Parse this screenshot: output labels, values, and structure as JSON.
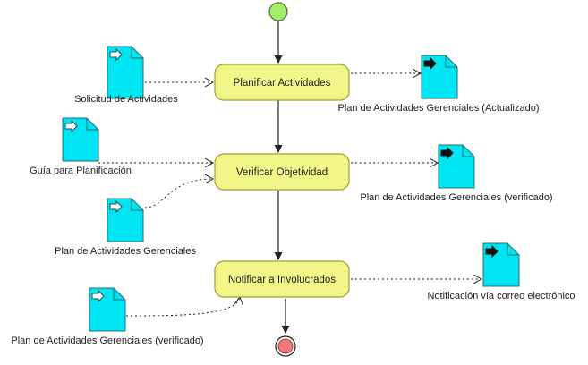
{
  "colors": {
    "activity_fill": "#f2f588",
    "activity_stroke": "#9aa032",
    "document_fill": "#00e5f2",
    "document_stroke": "#2a6b74",
    "start_fill": "#a6ec6c",
    "end_fill": "#f07a7a",
    "edge": "#222222"
  },
  "activities": {
    "planificar": "Planificar Actividades",
    "verificar": "Verificar Objetividad",
    "notificar": "Notificar a Involucrados"
  },
  "inputs": {
    "solicitud": {
      "label": "Solicitud de Actividades",
      "icon": "hollow-arrow-icon"
    },
    "guia": {
      "label": "Guía para Planificación",
      "icon": "hollow-arrow-icon"
    },
    "plan": {
      "label": "Plan de Actividades Gerenciales",
      "icon": "hollow-arrow-icon"
    },
    "plan_verificado": {
      "label": "Plan de Actividades Gerenciales (verificado)",
      "icon": "hollow-arrow-icon"
    }
  },
  "outputs": {
    "plan_actualizado": {
      "label": "Plan de Actividades Gerenciales (Actualizado)",
      "icon": "solid-arrow-icon"
    },
    "plan_verificado": {
      "label": "Plan de Actividades Gerenciales (verificado)",
      "icon": "solid-arrow-icon"
    },
    "notificacion": {
      "label": "Notificación vía correo electrónico",
      "icon": "solid-arrow-icon"
    }
  }
}
